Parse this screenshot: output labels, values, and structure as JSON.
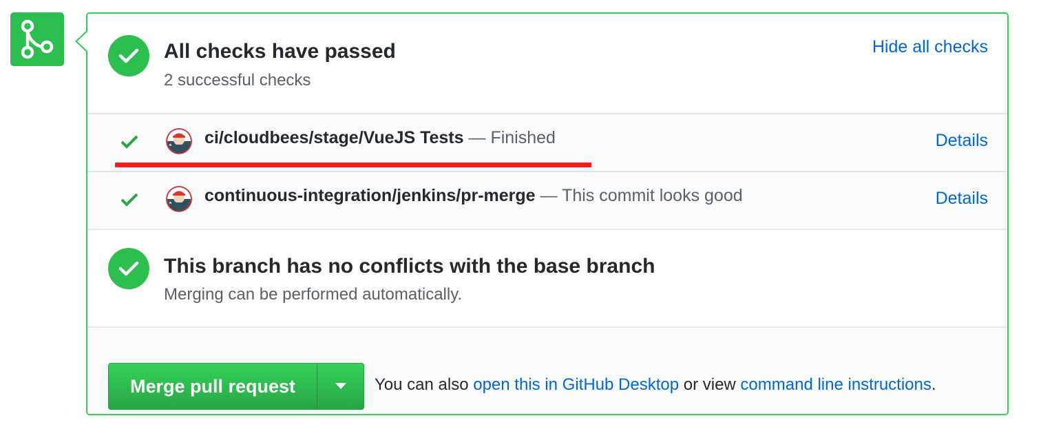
{
  "checks_header": {
    "title": "All checks have passed",
    "subtitle": "2 successful checks",
    "toggle_label": "Hide all checks"
  },
  "checks": [
    {
      "name": "ci/cloudbees/stage/VueJS Tests",
      "separator": " — ",
      "description": "Finished",
      "details_label": "Details"
    },
    {
      "name": "continuous-integration/jenkins/pr-merge",
      "separator": " — ",
      "description": "This commit looks good",
      "details_label": "Details"
    }
  ],
  "conflicts": {
    "title": "This branch has no conflicts with the base branch",
    "subtitle": "Merging can be performed automatically."
  },
  "merge": {
    "button_label": "Merge pull request",
    "hint_prefix": "You can also ",
    "desktop_link": "open this in GitHub Desktop",
    "hint_middle": " or view ",
    "cli_link": "command line instructions",
    "hint_suffix": "."
  },
  "icons": {
    "merge_icon": "git-merge-icon",
    "status_icon": "check-icon",
    "avatar_icon": "jenkins-avatar-icon",
    "dropdown_icon": "triangle-down-icon"
  },
  "colors": {
    "success_green": "#2cbe4e",
    "link_blue": "#0366d6",
    "highlight_red": "#ff1a1a",
    "panel_border": "#34d058"
  }
}
